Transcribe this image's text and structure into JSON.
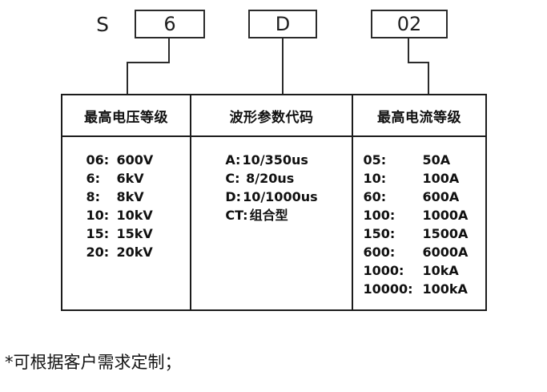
{
  "code_row": {
    "prefix": "S",
    "segments": [
      {
        "value": "6",
        "name": "voltage-code"
      },
      {
        "value": "D",
        "name": "waveform-code"
      },
      {
        "value": "02",
        "name": "current-code"
      }
    ]
  },
  "table": {
    "columns": [
      {
        "header": "最高电压等级",
        "rows": [
          {
            "code": "06:",
            "value": "600V"
          },
          {
            "code": "6:",
            "value": "6kV"
          },
          {
            "code": "8:",
            "value": "8kV"
          },
          {
            "code": "10:",
            "value": "10kV"
          },
          {
            "code": "15:",
            "value": "15kV"
          },
          {
            "code": "20:",
            "value": "20kV"
          }
        ]
      },
      {
        "header": "波形参数代码",
        "rows": [
          {
            "code": "A:",
            "value": "10/350us"
          },
          {
            "code": "C:",
            "value": " 8/20us"
          },
          {
            "code": "D:",
            "value": "10/1000us"
          },
          {
            "code": "CT:",
            "value": "组合型"
          }
        ]
      },
      {
        "header": "最高电流等级",
        "rows": [
          {
            "code": "05:",
            "value": "50A"
          },
          {
            "code": "10:",
            "value": "100A"
          },
          {
            "code": "60:",
            "value": "600A"
          },
          {
            "code": "100:",
            "value": "1000A"
          },
          {
            "code": "150:",
            "value": "1500A"
          },
          {
            "code": "600:",
            "value": "6000A"
          },
          {
            "code": "1000:",
            "value": "10kA"
          },
          {
            "code": "10000:",
            "value": "100kA"
          }
        ]
      }
    ]
  },
  "footnote": "*可根据客户需求定制；",
  "colors": {
    "line": "#1c1c1c",
    "text": "#141414",
    "background": "#ffffff"
  }
}
